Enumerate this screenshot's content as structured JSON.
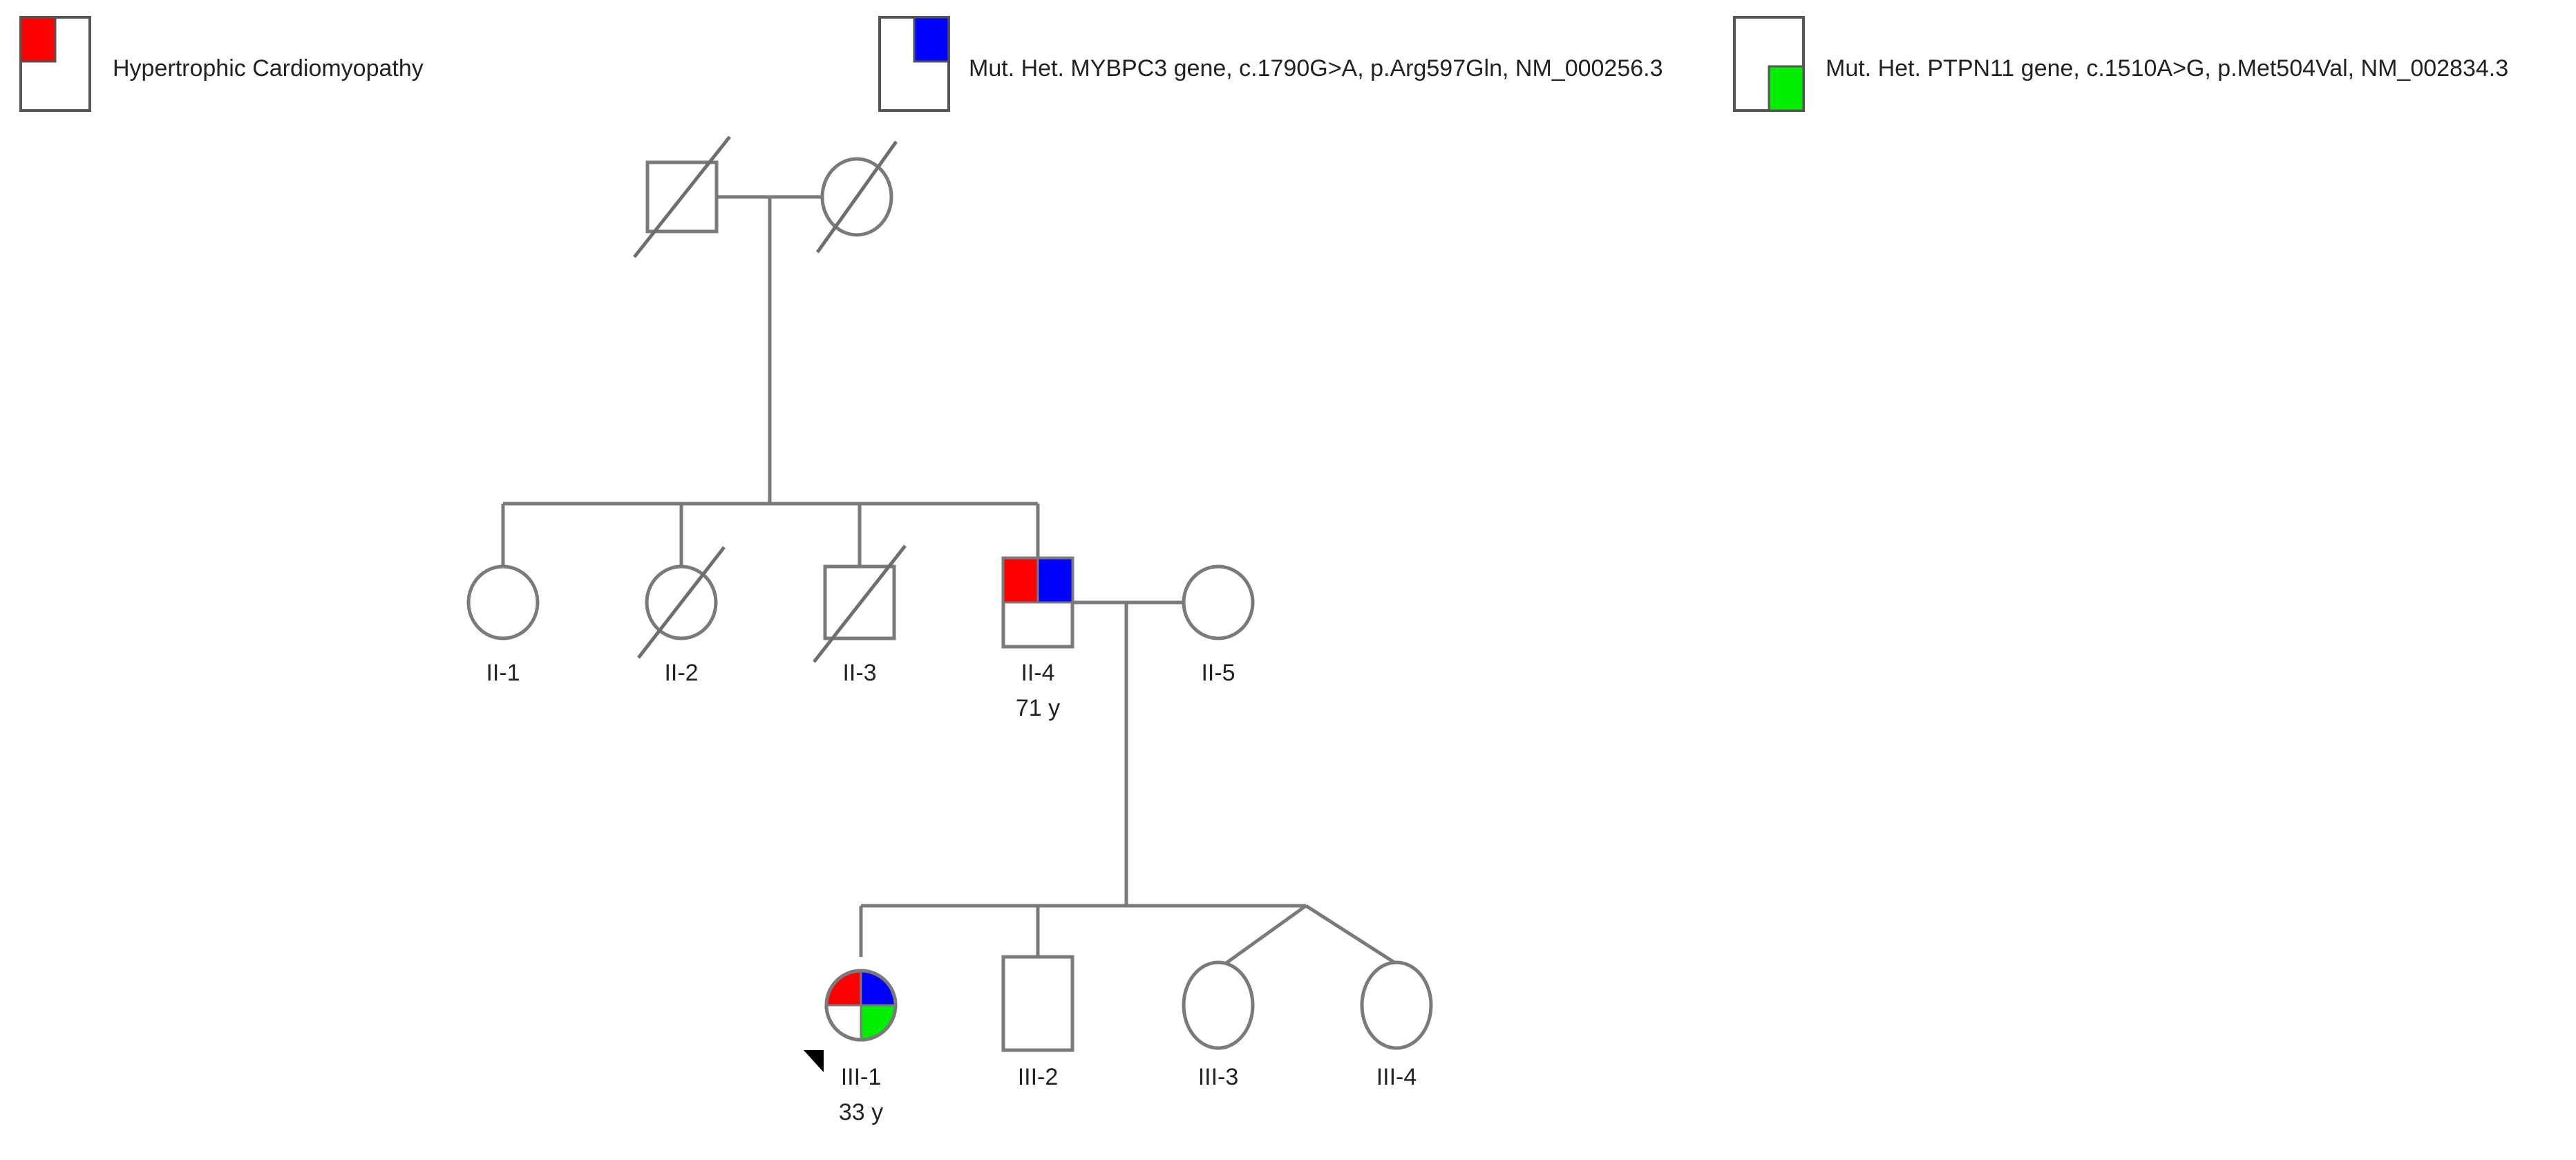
{
  "legend": [
    {
      "label": "Hypertrophic Cardiomyopathy",
      "color": "#ff0000",
      "quadrant": "top-left"
    },
    {
      "label": "Mut. Het. MYBPC3 gene, c.1790G>A, p.Arg597Gln, NM_000256.3",
      "color": "#0000ff",
      "quadrant": "top-right"
    },
    {
      "label": "Mut. Het. PTPN11 gene, c.1510A>G, p.Met504Val, NM_002834.3",
      "color": "#00ee00",
      "quadrant": "bottom-right"
    }
  ],
  "individuals": {
    "I-1": {
      "sex": "male",
      "deceased": true
    },
    "I-2": {
      "sex": "female",
      "deceased": true
    },
    "II-1": {
      "sex": "female",
      "deceased": false,
      "label": "II-1"
    },
    "II-2": {
      "sex": "female",
      "deceased": true,
      "label": "II-2"
    },
    "II-3": {
      "sex": "male",
      "deceased": true,
      "label": "II-3"
    },
    "II-4": {
      "sex": "male",
      "deceased": false,
      "label": "II-4",
      "age": "71 y",
      "traits": [
        "Hypertrophic Cardiomyopathy",
        "MYBPC3"
      ]
    },
    "II-5": {
      "sex": "female",
      "deceased": false,
      "label": "II-5"
    },
    "III-1": {
      "sex": "female",
      "deceased": false,
      "label": "III-1",
      "age": "33 y",
      "proband": true,
      "traits": [
        "Hypertrophic Cardiomyopathy",
        "MYBPC3",
        "PTPN11"
      ]
    },
    "III-2": {
      "sex": "male",
      "deceased": false,
      "label": "III-2"
    },
    "III-3": {
      "sex": "female",
      "deceased": false,
      "label": "III-3",
      "twin_with": "III-4"
    },
    "III-4": {
      "sex": "female",
      "deceased": false,
      "label": "III-4",
      "twin_with": "III-3"
    }
  }
}
